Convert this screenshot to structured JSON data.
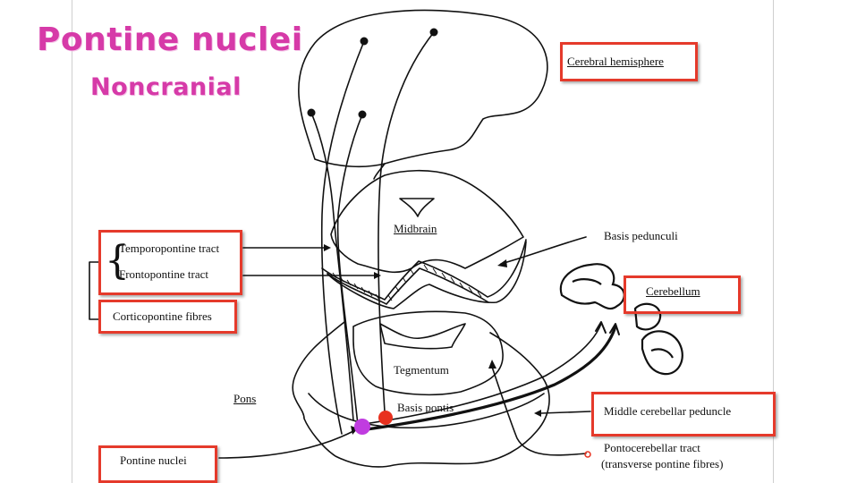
{
  "title": "Pontine nuclei",
  "subtitle": "Noncranial",
  "colors": {
    "title": "#d63aa8",
    "highlight_box": "#e53a2b",
    "marker_red": "#e8311f",
    "marker_purple": "#c03ce0",
    "line": "#111111"
  },
  "labels": {
    "cerebral_hemisphere": "Cerebral hemisphere",
    "temporopontine_tract": "Temporopontine tract",
    "frontopontine_tract": "Frontopontine tract",
    "corticopontine_fibres": "Corticopontine fibres",
    "midbrain": "Midbrain",
    "basis_pedunculi": "Basis pedunculi",
    "cerebellum": "Cerebellum",
    "tegmentum": "Tegmentum",
    "pons": "Pons",
    "basis_pontis": "Basis pontis",
    "middle_cerebellar_peduncle": "Middle cerebellar peduncle",
    "pontine_nuclei": "Pontine nuclei",
    "pontocerebellar_tract": "Pontocerebellar tract",
    "transverse_pontine_fibres": "(transverse pontine fibres)"
  }
}
